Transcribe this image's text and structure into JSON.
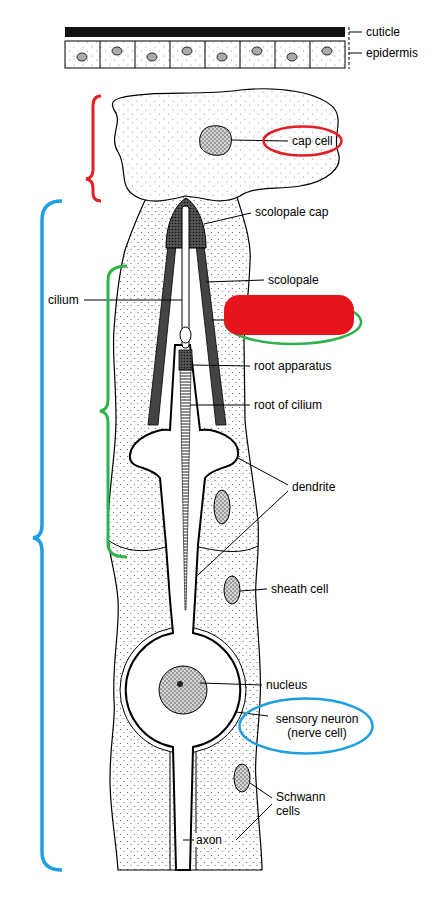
{
  "diagram": {
    "nodes": [
      {
        "text": [
          "cap cell"
        ]
      },
      {
        "text": [
          "sensory neuron (nerve cell)"
        ]
      }
    ],
    "labels": [
      "cuticle",
      "epidermis",
      "scolopale cap",
      "cilium",
      "scolopale",
      "root apparatus",
      "root of cilium",
      "dendrite",
      "sheath cell",
      "nucleus",
      "Schwann cells",
      "axon"
    ]
  }
}
